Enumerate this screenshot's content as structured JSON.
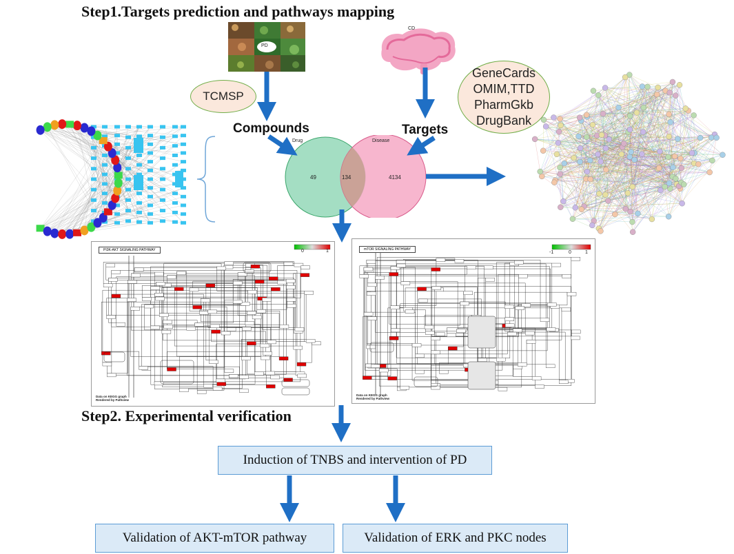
{
  "step1": {
    "title": "Step1.Targets prediction and pathways mapping"
  },
  "step2": {
    "title": "Step2. Experimental verification"
  },
  "drug_photo": {
    "label": "PD"
  },
  "disease_image": {
    "label": "CD"
  },
  "tcmsp": {
    "label": "TCMSP"
  },
  "databases": {
    "lines": [
      "GeneCards",
      "OMIM,TTD",
      "PharmGkb",
      "DrugBank"
    ]
  },
  "compounds_label": "Compounds",
  "targets_label": "Targets",
  "venn": {
    "left_label": "Drug",
    "right_label": "Disease",
    "left_only": "49",
    "overlap": "134",
    "right_only": "4134"
  },
  "pathway_left": {
    "title": "PI3K-AKT SIGNALING PATHWAY",
    "scale": [
      "0",
      "1"
    ],
    "footer": [
      "Data on KEGG graph",
      "Rendered by Pathview"
    ]
  },
  "pathway_right": {
    "title": "mTOR SIGNALING PATHWAY",
    "scale": [
      "-1",
      "0",
      "1"
    ],
    "footer": [
      "Data on KEGG graph",
      "Rendered by Pathview"
    ]
  },
  "induction_box": {
    "label": "Induction of TNBS and intervention of PD"
  },
  "validation_akt": {
    "label": "Validation of AKT-mTOR pathway"
  },
  "validation_erk": {
    "label": "Validation of ERK and PKC nodes"
  },
  "colors": {
    "arrow": "#1f6fc5",
    "box_fill": "#dbeaf7",
    "box_border": "#5b9bd5",
    "ellipse_fill": "#fbe8dc",
    "ellipse_border": "#70ad47",
    "venn_left": "#9fdcc0",
    "venn_right": "#f6a9c6",
    "highlight_red": "#e00000"
  }
}
